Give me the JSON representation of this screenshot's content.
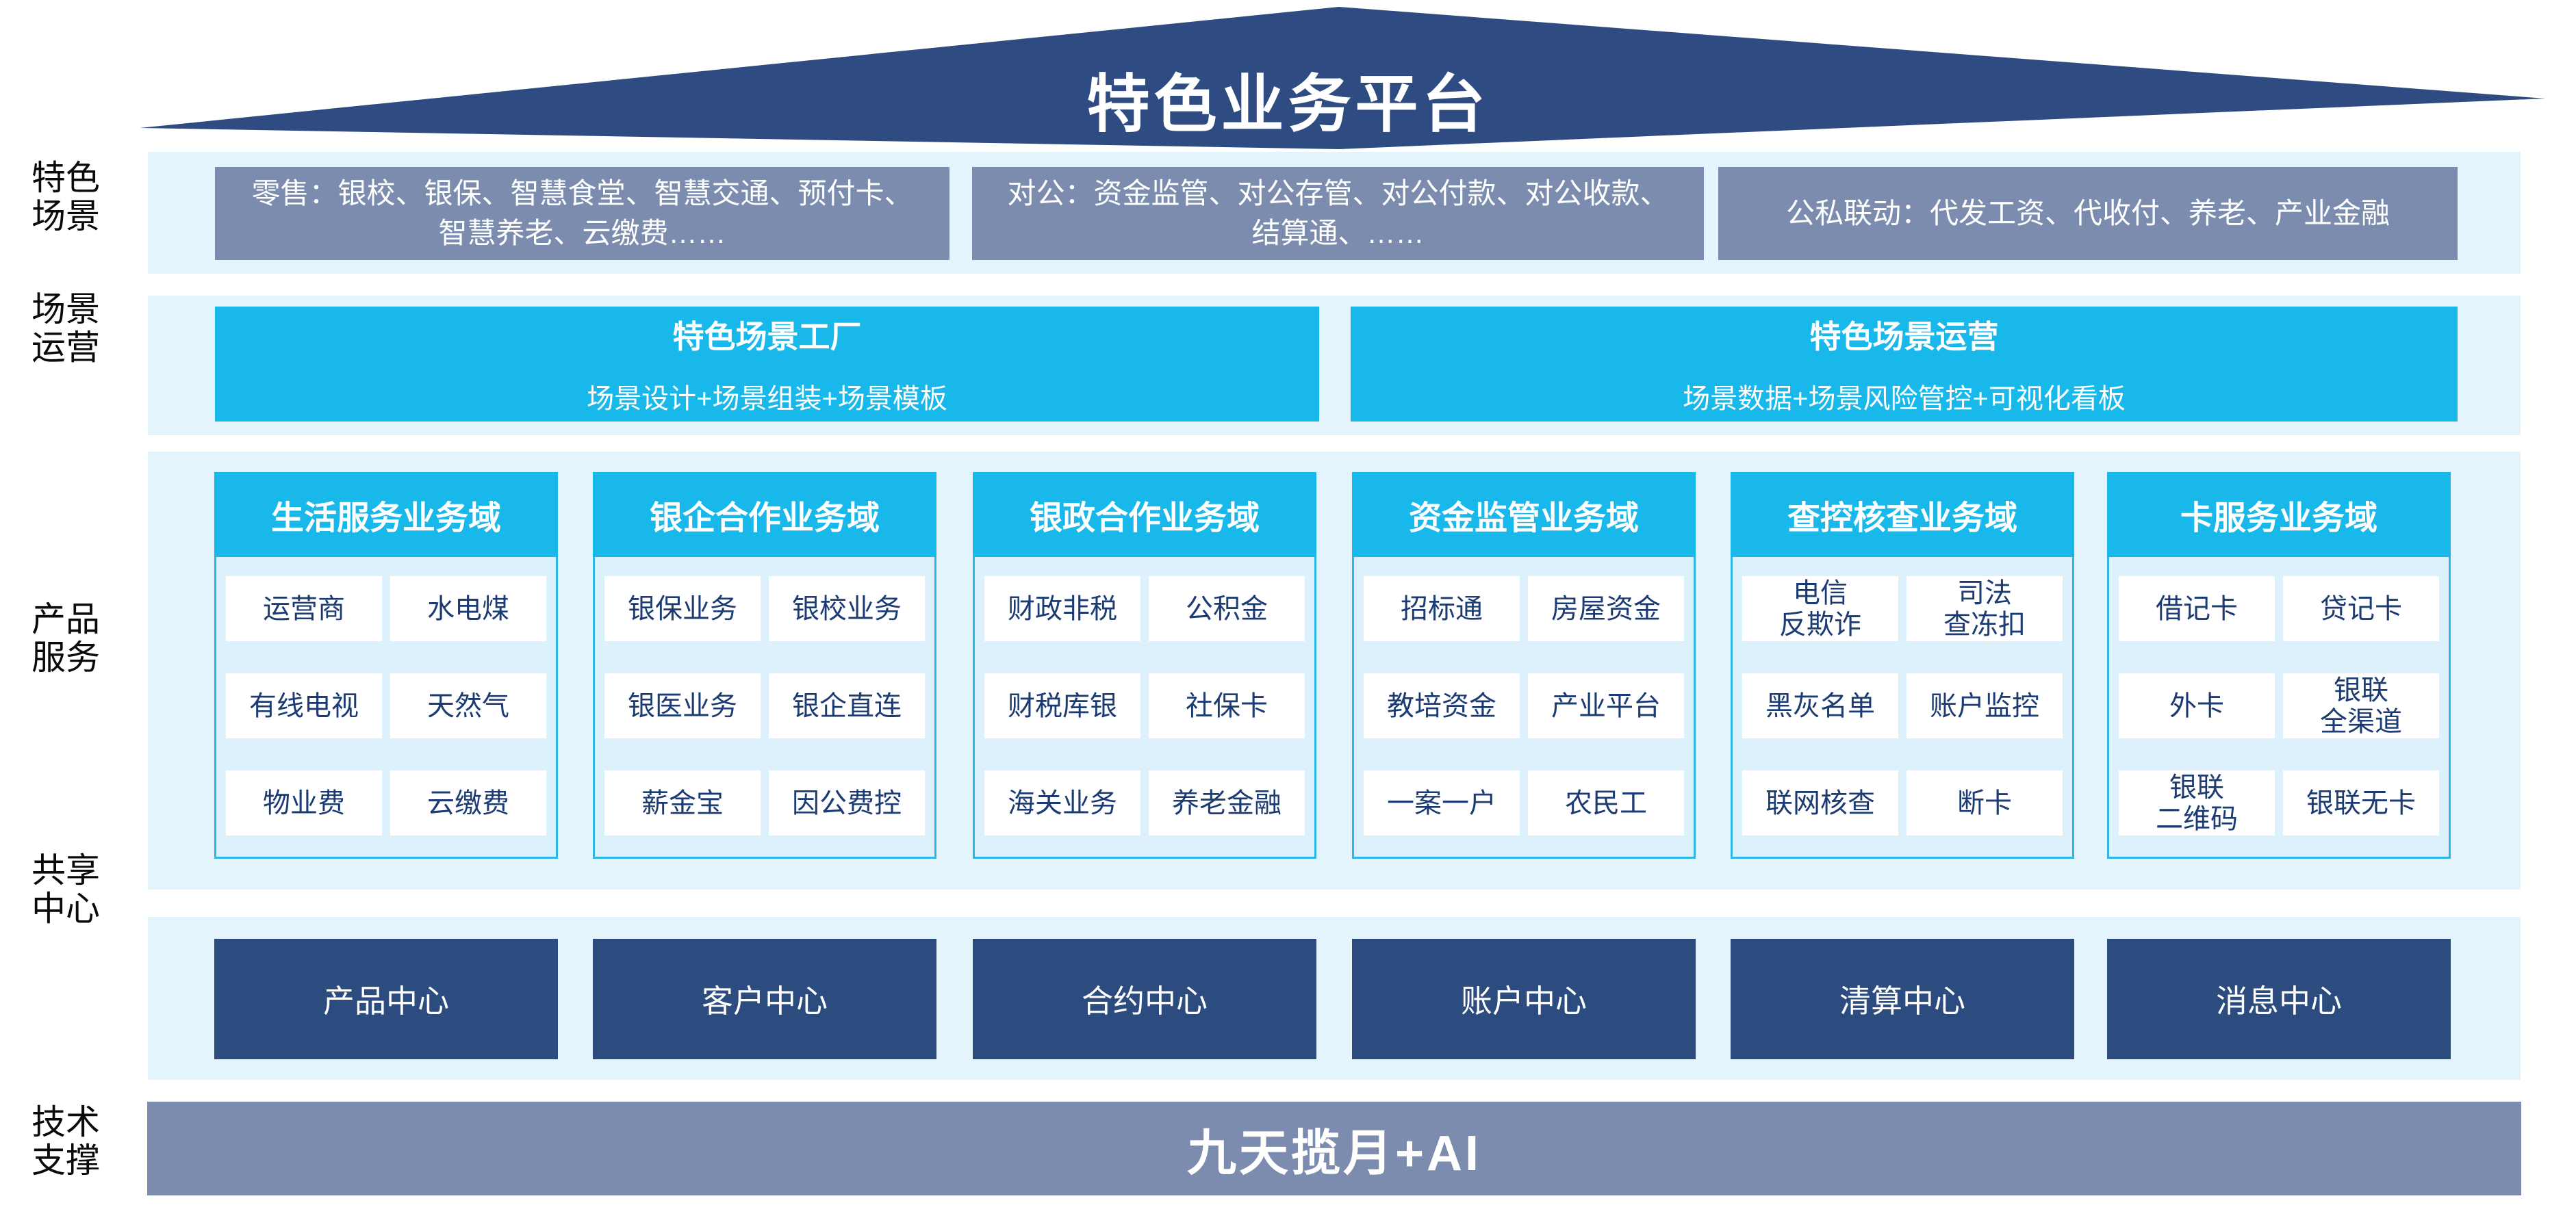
{
  "platform": {
    "title": "特色业务平台"
  },
  "colors": {
    "roof_navy": "#2f4c82",
    "center_navy": "#2c4b7e",
    "gray_blue": "#7b8cae",
    "cyan": "#18b8eb",
    "band_light_blue": "#e3f4fd",
    "column_body_blue": "#dcf1fb",
    "column_border_cyan": "#2eb6e6",
    "cell_text_navy": "#1c3b73",
    "white": "#ffffff"
  },
  "sections": {
    "scene": {
      "label": "特色\n场景",
      "boxes": [
        "零售：银校、银保、智慧食堂、智慧交通、预付卡、智慧养老、云缴费……",
        "对公：资金监管、对公存管、对公付款、对公收款、结算通、……",
        "公私联动：代发工资、代收付、养老、产业金融"
      ]
    },
    "operation": {
      "label": "场景\n运营",
      "boxes": [
        {
          "title": "特色场景工厂",
          "subtitle": "场景设计+场景组装+场景模板"
        },
        {
          "title": "特色场景运营",
          "subtitle": "场景数据+场景风险管控+可视化看板"
        }
      ]
    },
    "product": {
      "label": "产品\n服务",
      "columns": [
        {
          "header": "生活服务业务域",
          "cells": [
            "运营商",
            "水电煤",
            "有线电视",
            "天然气",
            "物业费",
            "云缴费"
          ]
        },
        {
          "header": "银企合作业务域",
          "cells": [
            "银保业务",
            "银校业务",
            "银医业务",
            "银企直连",
            "薪金宝",
            "因公费控"
          ]
        },
        {
          "header": "银政合作业务域",
          "cells": [
            "财政非税",
            "公积金",
            "财税库银",
            "社保卡",
            "海关业务",
            "养老金融"
          ]
        },
        {
          "header": "资金监管业务域",
          "cells": [
            "招标通",
            "房屋资金",
            "教培资金",
            "产业平台",
            "一案一户",
            "农民工"
          ]
        },
        {
          "header": "查控核查业务域",
          "cells": [
            "电信\n反欺诈",
            "司法\n查冻扣",
            "黑灰名单",
            "账户监控",
            "联网核查",
            "断卡"
          ]
        },
        {
          "header": "卡服务业务域",
          "cells": [
            "借记卡",
            "贷记卡",
            "外卡",
            "银联\n全渠道",
            "银联\n二维码",
            "银联无卡"
          ]
        }
      ]
    },
    "shared": {
      "label": "共享\n中心",
      "centers": [
        "产品中心",
        "客户中心",
        "合约中心",
        "账户中心",
        "清算中心",
        "消息中心"
      ]
    },
    "tech": {
      "label": "技术\n支撑",
      "platform": "九天揽月+AI"
    }
  }
}
